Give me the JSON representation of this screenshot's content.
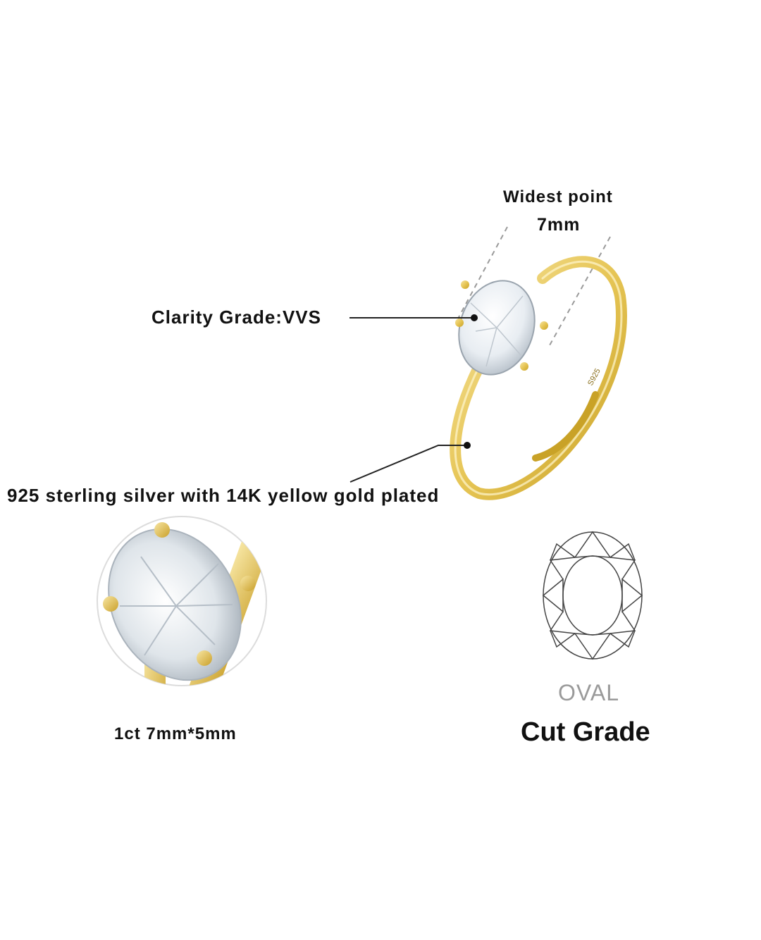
{
  "labels": {
    "widest_point_title": "Widest point",
    "widest_point_value": "7mm",
    "clarity": "Clarity Grade:VVS",
    "material": "925 sterling silver with 14K yellow gold plated",
    "stone_size": "1ct 7mm*5mm",
    "cut_shape": "OVAL",
    "cut_grade": "Cut Grade",
    "band_stamp": "S925"
  },
  "icons": {
    "ring": "gold-solitaire-ring-illustration",
    "closeup": "oval-stone-closeup-icon",
    "cut_diagram": "oval-cut-facet-diagram-icon"
  },
  "colors": {
    "gold": "#e8c95a",
    "gold_dark": "#c9a227",
    "text": "#111111",
    "muted": "#9a9a9a"
  }
}
